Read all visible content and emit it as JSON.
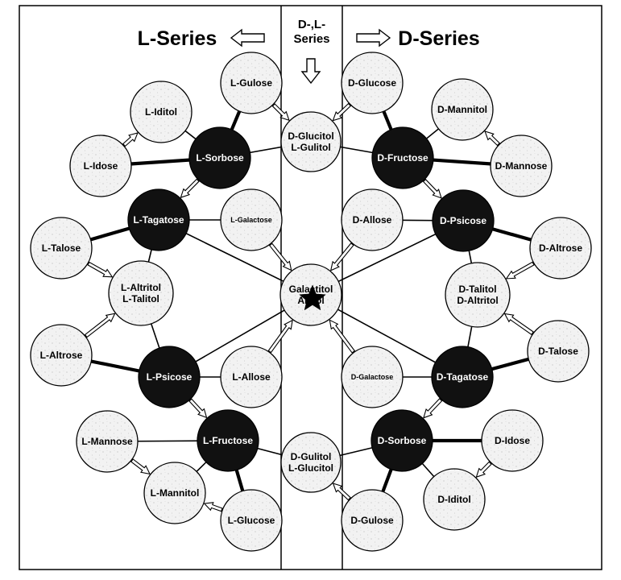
{
  "headers": {
    "left_title": "L-Series",
    "right_title": "D-Series",
    "center_line1": "D-,L-",
    "center_line2": "Series"
  },
  "nodes": {
    "l_gulose": {
      "lines": [
        "L-Gulose"
      ],
      "kind": "light"
    },
    "l_iditol": {
      "lines": [
        "L-Iditol"
      ],
      "kind": "light"
    },
    "l_idose": {
      "lines": [
        "L-Idose"
      ],
      "kind": "light"
    },
    "l_sorbose": {
      "lines": [
        "L-Sorbose"
      ],
      "kind": "dark"
    },
    "l_tagatose": {
      "lines": [
        "L-Tagatose"
      ],
      "kind": "dark"
    },
    "l_galactose": {
      "lines": [
        "L-Galactose"
      ],
      "kind": "light"
    },
    "l_talose": {
      "lines": [
        "L-Talose"
      ],
      "kind": "light"
    },
    "l_altritol": {
      "lines": [
        "L-Altritol",
        "L-Talitol"
      ],
      "kind": "light"
    },
    "l_altrose": {
      "lines": [
        "L-Altrose"
      ],
      "kind": "light"
    },
    "l_psicose": {
      "lines": [
        "L-Psicose"
      ],
      "kind": "dark"
    },
    "l_allose": {
      "lines": [
        "L-Allose"
      ],
      "kind": "light"
    },
    "l_mannose": {
      "lines": [
        "L-Mannose"
      ],
      "kind": "light"
    },
    "l_fructose": {
      "lines": [
        "L-Fructose"
      ],
      "kind": "dark"
    },
    "l_mannitol": {
      "lines": [
        "L-Mannitol"
      ],
      "kind": "light"
    },
    "l_glucose": {
      "lines": [
        "L-Glucose"
      ],
      "kind": "light"
    },
    "d_glucitol": {
      "lines": [
        "D-Glucitol",
        "L-Gulitol"
      ],
      "kind": "light"
    },
    "galactitol": {
      "lines": [
        "Galactitol",
        "Allitol"
      ],
      "kind": "light"
    },
    "d_gulitol": {
      "lines": [
        "D-Gulitol",
        "L-Glucitol"
      ],
      "kind": "light"
    },
    "d_glucose": {
      "lines": [
        "D-Glucose"
      ],
      "kind": "light"
    },
    "d_mannitol": {
      "lines": [
        "D-Mannitol"
      ],
      "kind": "light"
    },
    "d_fructose": {
      "lines": [
        "D-Fructose"
      ],
      "kind": "dark"
    },
    "d_mannose": {
      "lines": [
        "D-Mannose"
      ],
      "kind": "light"
    },
    "d_allose": {
      "lines": [
        "D-Allose"
      ],
      "kind": "light"
    },
    "d_psicose": {
      "lines": [
        "D-Psicose"
      ],
      "kind": "dark"
    },
    "d_altrose": {
      "lines": [
        "D-Altrose"
      ],
      "kind": "light"
    },
    "d_talitol": {
      "lines": [
        "D-Talitol",
        "D-Altritol"
      ],
      "kind": "light"
    },
    "d_talose": {
      "lines": [
        "D-Talose"
      ],
      "kind": "light"
    },
    "d_galactose": {
      "lines": [
        "D-Galactose"
      ],
      "kind": "light"
    },
    "d_tagatose": {
      "lines": [
        "D-Tagatose"
      ],
      "kind": "dark"
    },
    "d_sorbose": {
      "lines": [
        "D-Sorbose"
      ],
      "kind": "dark"
    },
    "d_idose": {
      "lines": [
        "D-Idose"
      ],
      "kind": "light"
    },
    "d_iditol": {
      "lines": [
        "D-Iditol"
      ],
      "kind": "light"
    },
    "d_gulose": {
      "lines": [
        "D-Gulose"
      ],
      "kind": "light"
    }
  },
  "edges": [
    [
      "l_gulose",
      "l_sorbose",
      "thick"
    ],
    [
      "l_idose",
      "l_sorbose",
      "thick"
    ],
    [
      "l_iditol",
      "l_sorbose",
      "thin"
    ],
    [
      "l_sorbose",
      "d_glucitol",
      "thin"
    ],
    [
      "l_tagatose",
      "l_galactose",
      "thin"
    ],
    [
      "l_tagatose",
      "l_talose",
      "thick"
    ],
    [
      "l_tagatose",
      "l_altritol",
      "thin"
    ],
    [
      "l_tagatose",
      "galactitol",
      "thin"
    ],
    [
      "l_altritol",
      "l_psicose",
      "thin"
    ],
    [
      "l_psicose",
      "l_altrose",
      "thick"
    ],
    [
      "l_psicose",
      "l_allose",
      "thin"
    ],
    [
      "l_psicose",
      "galactitol",
      "thin"
    ],
    [
      "l_fructose",
      "l_mannose",
      "thin"
    ],
    [
      "l_fructose",
      "l_mannitol",
      "thin"
    ],
    [
      "l_fructose",
      "l_glucose",
      "thick"
    ],
    [
      "l_fructose",
      "d_gulitol",
      "thin"
    ],
    [
      "d_fructose",
      "d_glucose",
      "thick"
    ],
    [
      "d_fructose",
      "d_mannitol",
      "thin"
    ],
    [
      "d_fructose",
      "d_mannose",
      "thick"
    ],
    [
      "d_fructose",
      "d_glucitol",
      "thin"
    ],
    [
      "d_psicose",
      "d_allose",
      "thin"
    ],
    [
      "d_psicose",
      "d_altrose",
      "thick"
    ],
    [
      "d_psicose",
      "d_talitol",
      "thin"
    ],
    [
      "d_psicose",
      "galactitol",
      "thin"
    ],
    [
      "d_talitol",
      "d_tagatose",
      "thin"
    ],
    [
      "d_tagatose",
      "d_talose",
      "thick"
    ],
    [
      "d_tagatose",
      "d_galactose",
      "thin"
    ],
    [
      "d_tagatose",
      "galactitol",
      "thin"
    ],
    [
      "d_sorbose",
      "d_idose",
      "thick"
    ],
    [
      "d_sorbose",
      "d_iditol",
      "thin"
    ],
    [
      "d_sorbose",
      "d_gulose",
      "thick"
    ],
    [
      "d_sorbose",
      "d_gulitol",
      "thin"
    ]
  ],
  "arrows": [
    [
      "l_gulose",
      "d_glucitol"
    ],
    [
      "l_idose",
      "l_iditol"
    ],
    [
      "l_sorbose",
      "l_tagatose"
    ],
    [
      "l_galactose",
      "galactitol"
    ],
    [
      "l_talose",
      "l_altritol"
    ],
    [
      "l_altrose",
      "l_altritol"
    ],
    [
      "l_psicose",
      "l_fructose"
    ],
    [
      "l_allose",
      "galactitol"
    ],
    [
      "l_mannose",
      "l_mannitol"
    ],
    [
      "l_glucose",
      "l_mannitol"
    ],
    [
      "d_glucose",
      "d_glucitol"
    ],
    [
      "d_mannose",
      "d_mannitol"
    ],
    [
      "d_fructose",
      "d_psicose"
    ],
    [
      "d_allose",
      "galactitol"
    ],
    [
      "d_altrose",
      "d_talitol"
    ],
    [
      "d_talose",
      "d_talitol"
    ],
    [
      "d_galactose",
      "galactitol"
    ],
    [
      "d_tagatose",
      "d_sorbose"
    ],
    [
      "d_idose",
      "d_iditol"
    ],
    [
      "d_gulose",
      "d_gulitol"
    ]
  ],
  "colors": {
    "dark_node": "#111111",
    "light_node": "#ffffff",
    "stroke": "#000000"
  }
}
